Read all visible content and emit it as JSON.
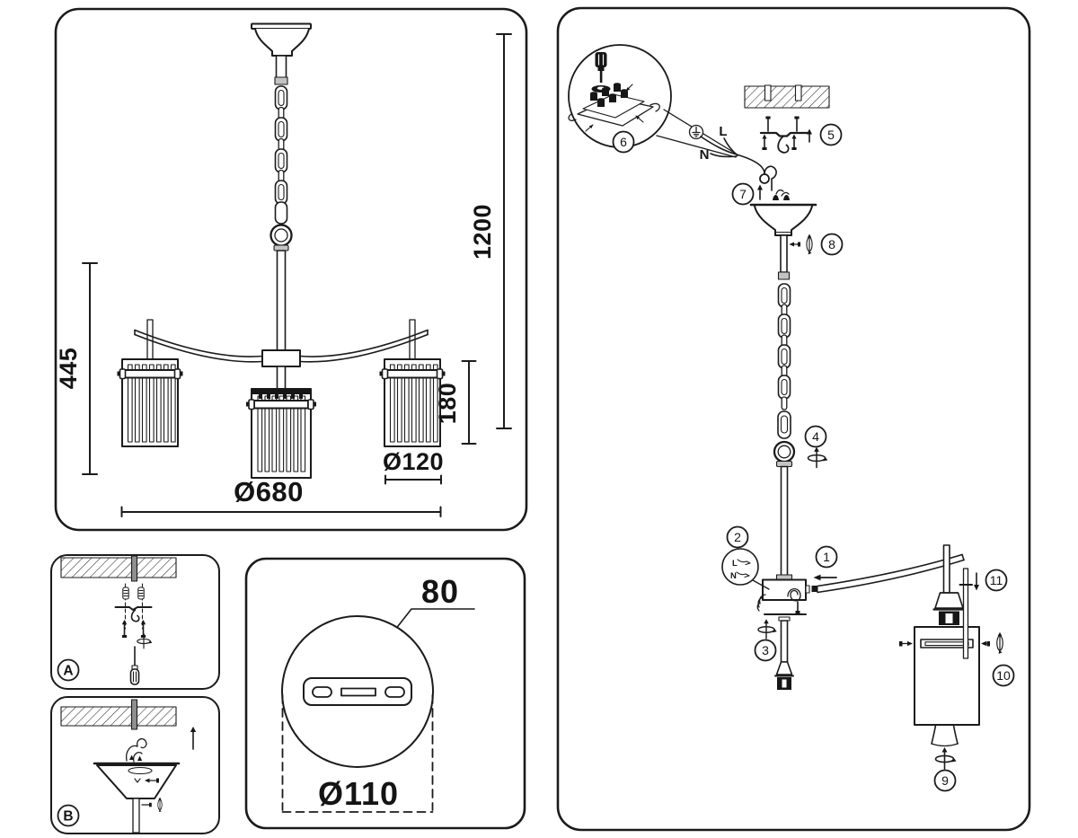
{
  "colors": {
    "line": "#1b1b1b",
    "background": "#ffffff"
  },
  "spec_panel": {
    "overall_drop": "1200",
    "body_height": "445",
    "shade_height": "180",
    "shade_diameter": "Ø120",
    "fixture_diameter": "Ø680"
  },
  "mount_detail_panel": {
    "slot_length": "80",
    "canopy_diameter": "Ø110"
  },
  "install_steps": {
    "step_a": "A",
    "step_b": "B"
  },
  "assembly_panel": {
    "part_numbers": [
      "1",
      "2",
      "3",
      "4",
      "5",
      "6",
      "7",
      "8",
      "9",
      "10",
      "11"
    ],
    "wiring": {
      "live": "L",
      "neutral": "N",
      "ground_icon": "earth-ground-symbol"
    },
    "hub_detail_wiring": {
      "live": "L",
      "neutral": "N"
    }
  }
}
